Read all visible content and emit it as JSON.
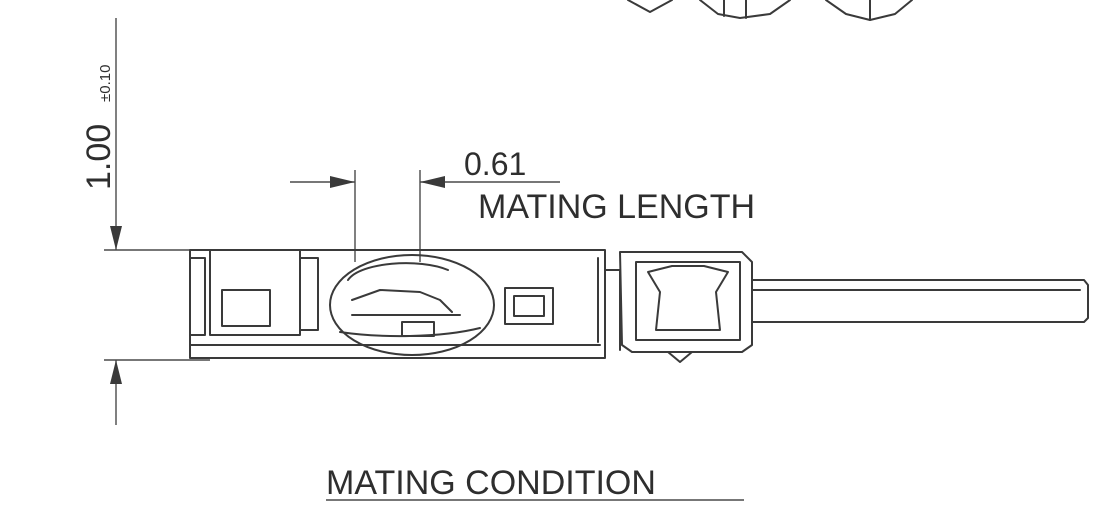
{
  "drawing": {
    "caption": "MATING CONDITION",
    "dimension_height": {
      "value": "1.00",
      "tolerance": "±0.10"
    },
    "dimension_mating": {
      "value": "0.61",
      "label": "MATING LENGTH"
    }
  },
  "colors": {
    "line": "#3a3a3a",
    "background": "#ffffff"
  }
}
